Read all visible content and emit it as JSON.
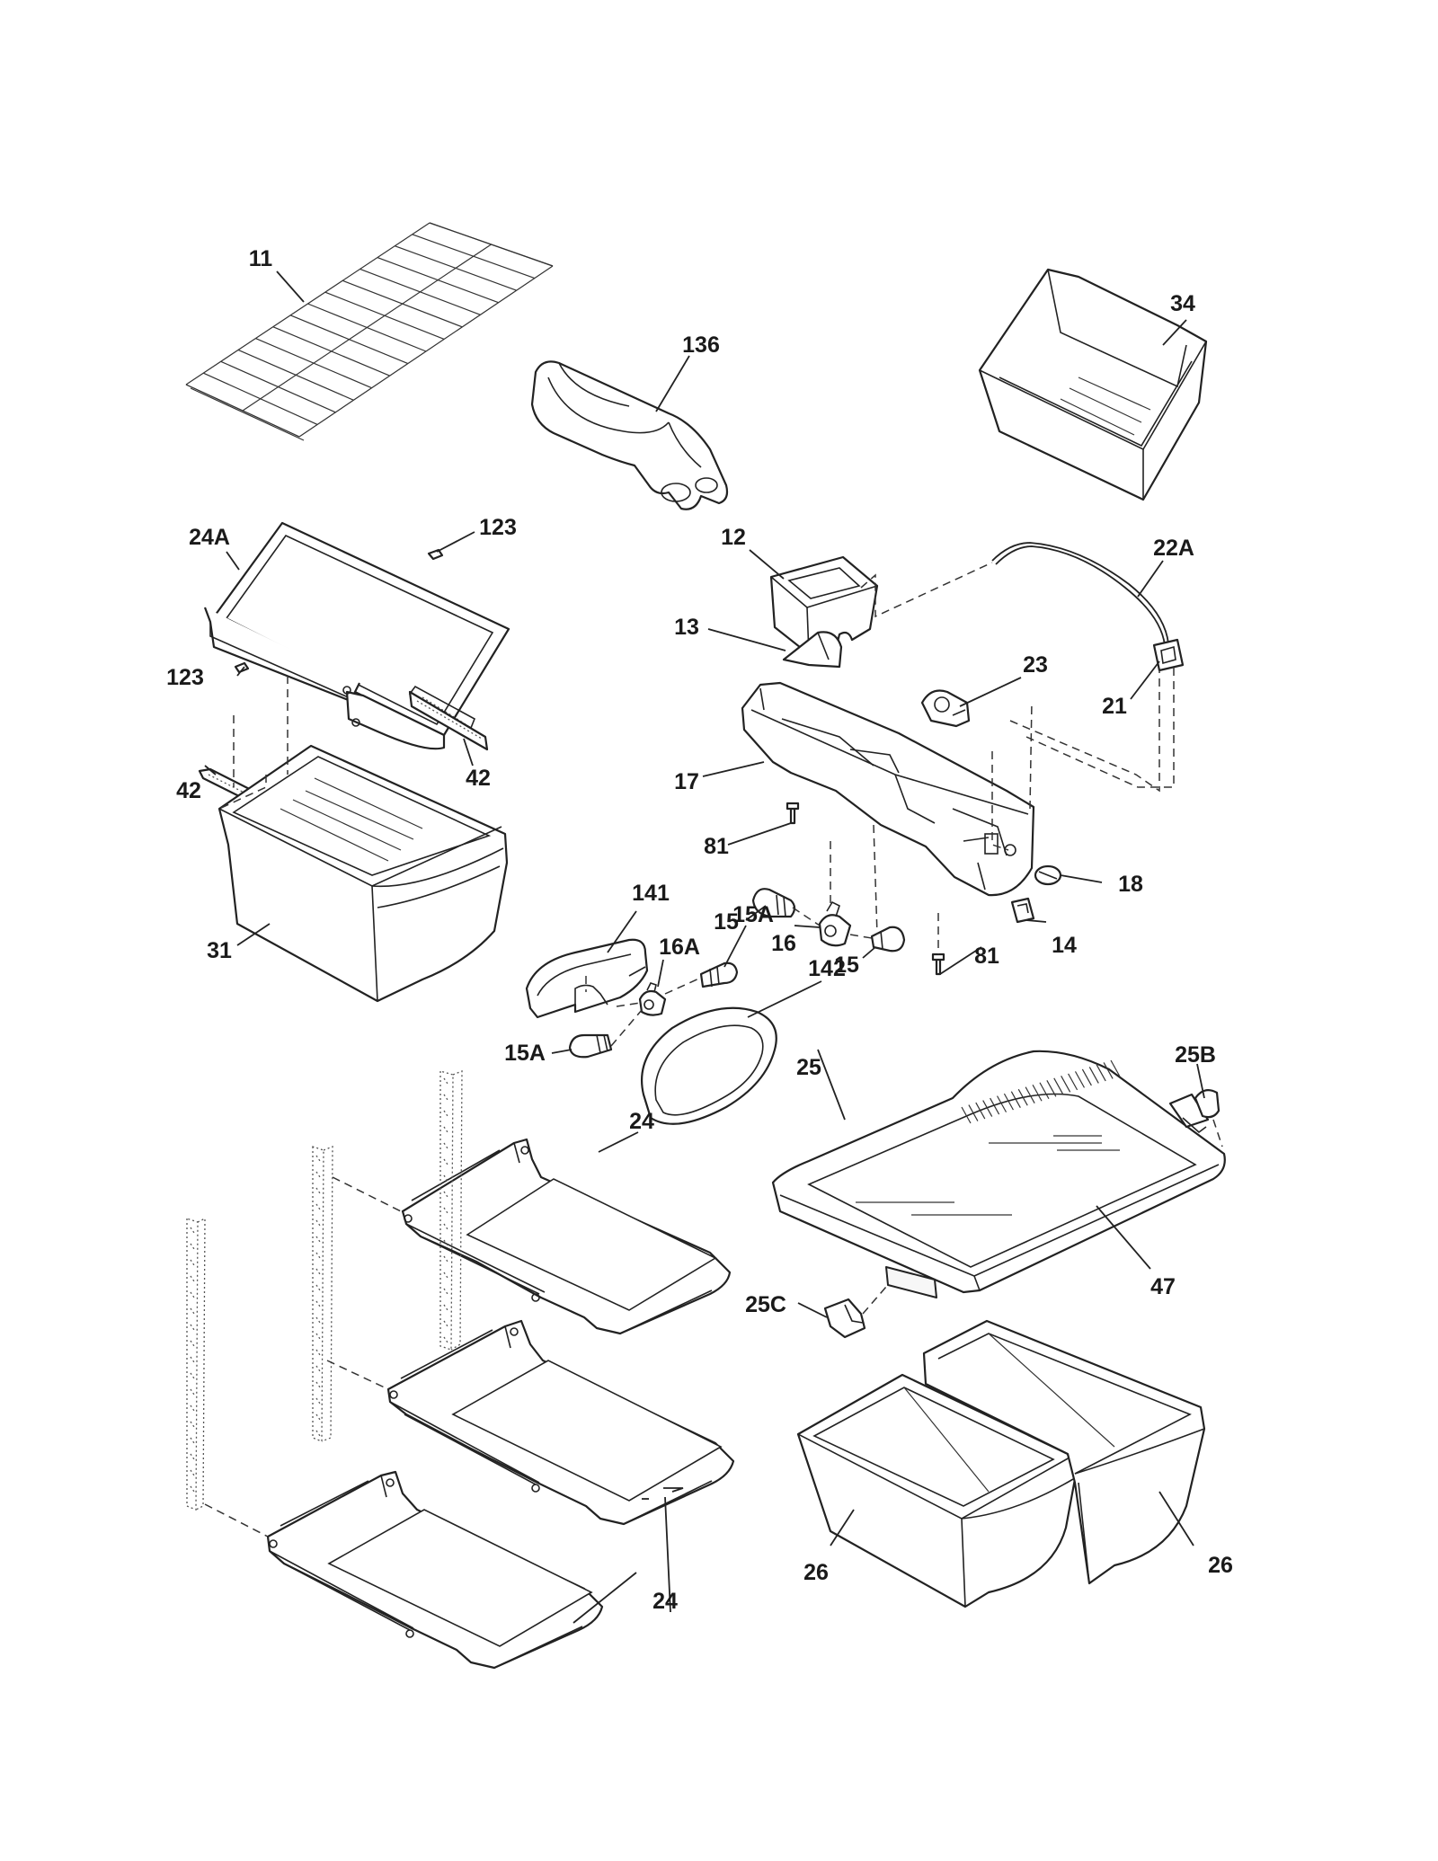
{
  "part_labels": [
    "11",
    "136",
    "34",
    "24A",
    "123",
    "123",
    "12",
    "22A",
    "13",
    "23",
    "21",
    "42",
    "42",
    "17",
    "81",
    "141",
    "15A",
    "16A",
    "15",
    "16",
    "15",
    "81",
    "14",
    "18",
    "31",
    "142",
    "15A",
    "25",
    "25B",
    "24",
    "47",
    "25C",
    "24",
    "26",
    "26",
    "24"
  ]
}
